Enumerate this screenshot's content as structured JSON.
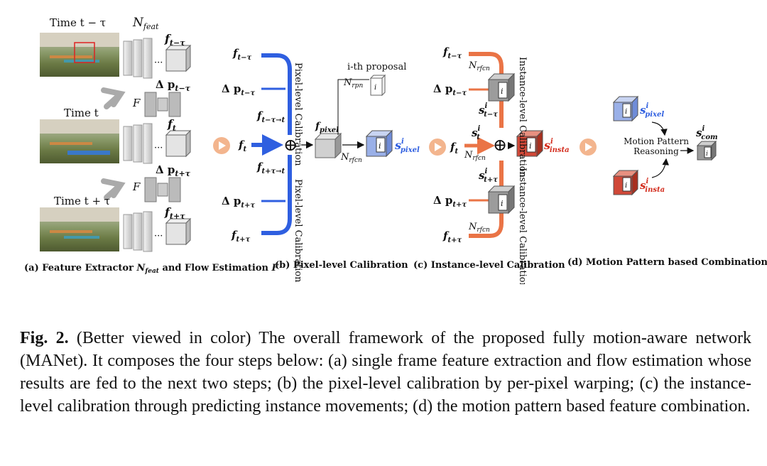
{
  "figure": {
    "panel_a": {
      "time_top": "Time t − τ",
      "time_mid": "Time t",
      "time_bot": "Time t + τ",
      "n_feat": "N",
      "n_feat_sub": "feat",
      "f_top": "f",
      "f_top_sub": "t−τ",
      "f_mid": "f",
      "f_mid_sub": "t",
      "f_bot": "f",
      "f_bot_sub": "t+τ",
      "dp_top": "Δ p",
      "dp_top_sub": "t−τ",
      "dp_bot": "Δ p",
      "dp_bot_sub": "t+τ",
      "flow_net": "F",
      "dots": "···",
      "caption_prefix": "(a)  Feature Extractor ",
      "caption_n": "N",
      "caption_n_sub": "feat",
      "caption_mid": " and Flow Estimation ",
      "caption_f": "F"
    },
    "panel_b": {
      "f_top": "f",
      "f_top_sub": "t−τ",
      "dp_top": "Δ p",
      "dp_top_sub": "t−τ",
      "warp_top": "f",
      "warp_top_sub": "t−τ→t",
      "f_mid": "f",
      "f_mid_sub": "t",
      "warp_bot": "f",
      "warp_bot_sub": "t+τ→t",
      "dp_bot": "Δ p",
      "dp_bot_sub": "t+τ",
      "f_bot": "f",
      "f_bot_sub": "t+τ",
      "calib_top": "Pixel-level Calibration",
      "calib_bot": "Pixel-level Calibration",
      "plus": "⊕",
      "f_pixel": "f",
      "f_pixel_sub": "pixel",
      "proposal": "i-th proposal",
      "n_rpn": "N",
      "n_rpn_sub": "rpn",
      "n_rfcn": "N",
      "n_rfcn_sub": "rfcn",
      "box_i": "i",
      "s_pixel": "s",
      "s_pixel_sup": "i",
      "s_pixel_sub": "pixel",
      "caption": "(b) Pixel-level Calibration"
    },
    "panel_c": {
      "f_top": "f",
      "f_top_sub": "t−τ",
      "n_rfcn_top": "N",
      "n_rfcn_top_sub": "rfcn",
      "dp_top": "Δ p",
      "dp_top_sub": "t−τ",
      "s_top": "s",
      "s_top_sup": "i",
      "s_top_sub": "t−τ",
      "s_mid": "s",
      "s_mid_sup": "i",
      "s_mid_sub": "t",
      "f_mid": "f",
      "f_mid_sub": "t",
      "n_rfcn_mid": "N",
      "n_rfcn_mid_sub": "rfcn",
      "plus": "⊕",
      "s_insta": "s",
      "s_insta_sup": "i",
      "s_insta_sub": "insta",
      "s_bot": "s",
      "s_bot_sup": "i",
      "s_bot_sub": "t+τ",
      "dp_bot": "Δ p",
      "dp_bot_sub": "t+τ",
      "n_rfcn_bot": "N",
      "n_rfcn_bot_sub": "rfcn",
      "f_bot": "f",
      "f_bot_sub": "t+τ",
      "calib_top": "Instance-level Calibration",
      "calib_bot": "Instance-level Calibration",
      "box_i": "i",
      "caption": "(c) Instance-level Calibration"
    },
    "panel_d": {
      "s_pixel": "s",
      "s_pixel_sup": "i",
      "s_pixel_sub": "pixel",
      "reason_1": "Motion Pattern",
      "reason_2": "Reasoning",
      "s_com": "s",
      "s_com_sup": "i",
      "s_com_sub": "com",
      "s_insta": "s",
      "s_insta_sup": "i",
      "s_insta_sub": "insta",
      "box_i": "i",
      "caption": "(d) Motion Pattern based Combination"
    },
    "colors": {
      "blue": "#2f5fe0",
      "orange": "#ea7446",
      "red": "#d32d1e",
      "gray": "#9a9a9a"
    }
  },
  "caption": {
    "label": "Fig. 2.",
    "text": " (Better viewed in color) The overall framework of the proposed fully motion-aware network (MANet). It composes the four steps below: (a) single frame feature extraction and flow estimation whose results are fed to the next two steps; (b) the pixel-level calibration by per-pixel warping; (c) the instance-level calibration through predicting instance movements; (d) the motion pattern based feature combination."
  }
}
